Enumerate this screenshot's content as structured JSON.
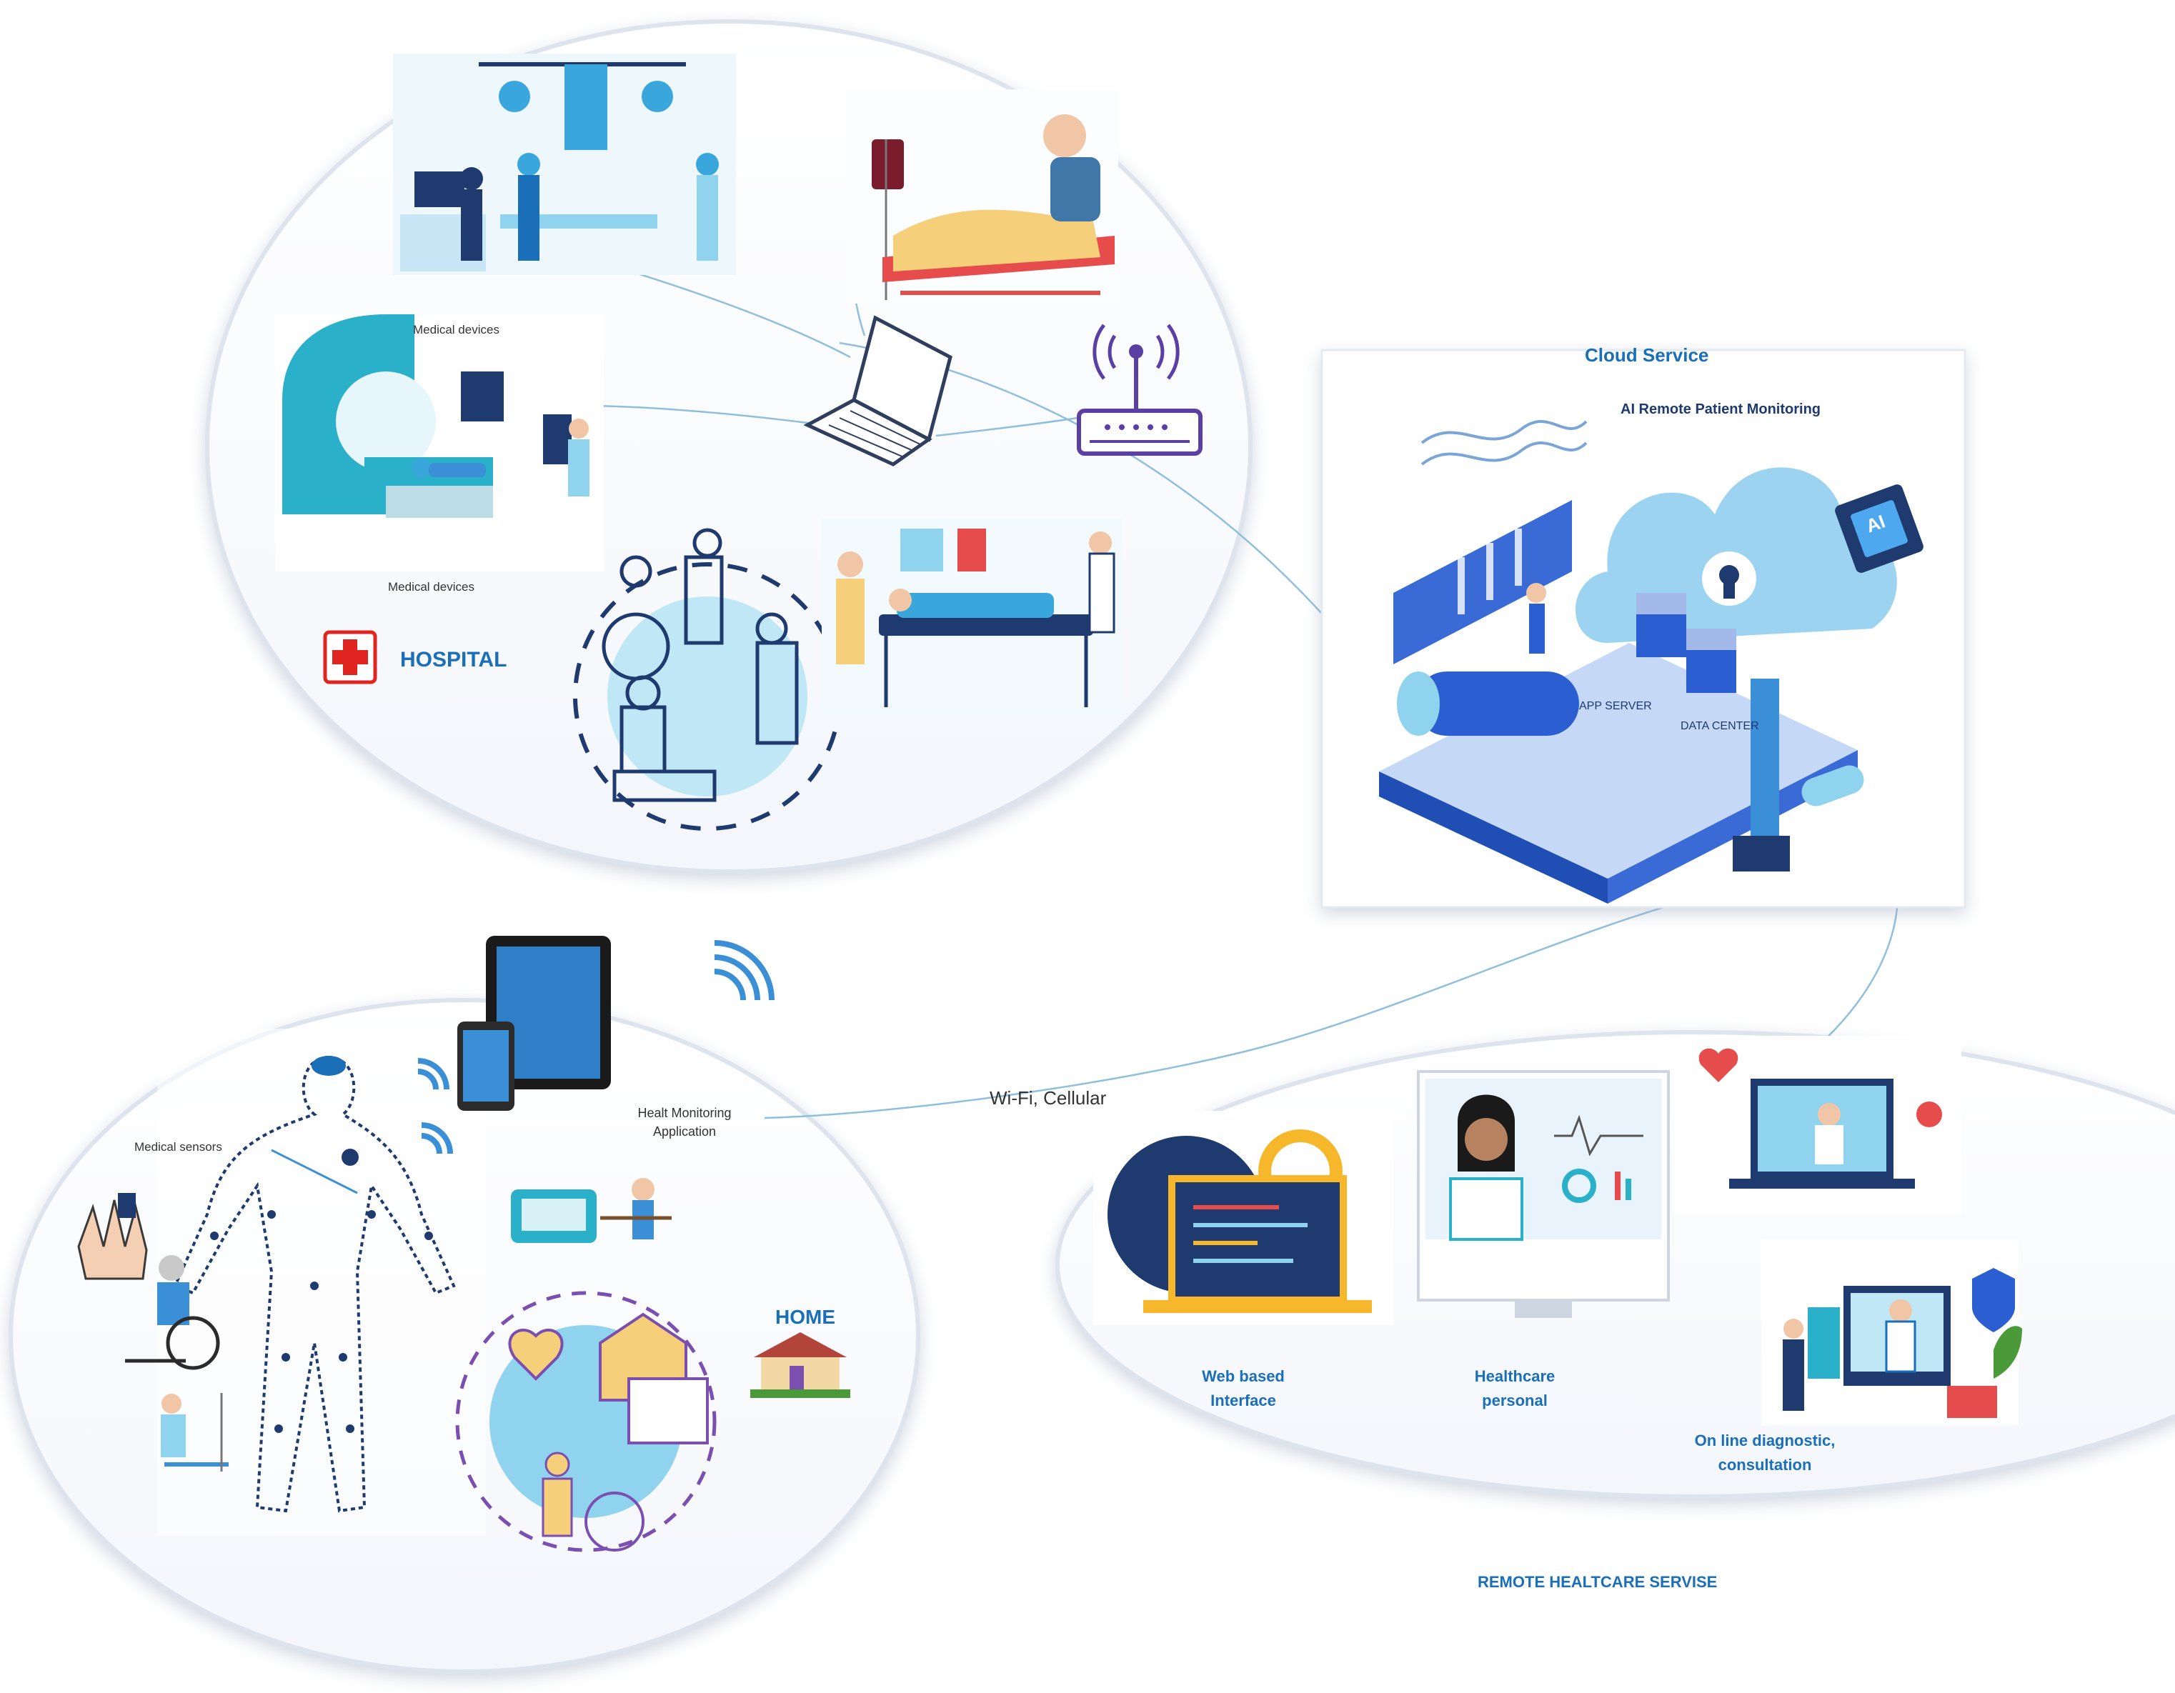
{
  "colors": {
    "accent_blue": "#1a6fb8",
    "light_blue": "#8fd3ee",
    "mid_blue": "#3aa7dc",
    "dark_navy": "#1f3a6e",
    "purple": "#7a4fb0",
    "cross_red": "#e0241f",
    "ellipse_stroke": "#dde4ee"
  },
  "hospital": {
    "title": "HOSPITAL",
    "device_label_top": "Medical devices",
    "device_label_bottom": "Medical devices"
  },
  "cloud": {
    "title": "Cloud Service",
    "ai_label": "AI Remote Patient Monitoring",
    "chip_label": "AI",
    "app_server": "APP SERVER",
    "data_center": "DATA CENTER"
  },
  "home": {
    "title": "HOME",
    "sensors_label": "Medical sensors",
    "app_label_line1": "Healt Monitoring",
    "app_label_line2": "Application"
  },
  "link_label": "Wi-Fi, Cellular",
  "remote": {
    "title": "REMOTE HEALTCARE SERVISE",
    "web_line1": "Web based",
    "web_line2": "Interface",
    "personal_line1": "Healthcare",
    "personal_line2": "personal",
    "diag_line1": "On line diagnostic,",
    "diag_line2": "consultation"
  }
}
